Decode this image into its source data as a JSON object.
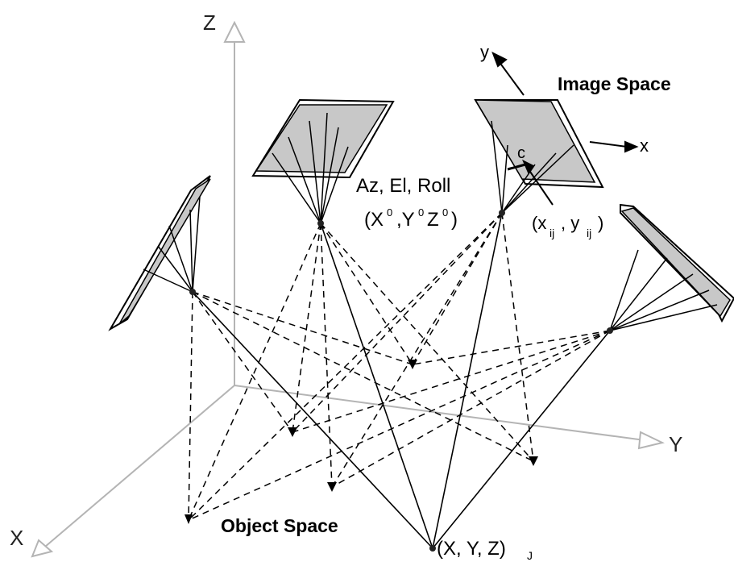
{
  "axes": {
    "z_label": "Z",
    "y_label": "Y",
    "x_label": "X"
  },
  "image_axes": {
    "y_label": "y",
    "x_label": "x"
  },
  "labels": {
    "image_space": "Image Space",
    "object_space": "Object Space",
    "orientation": "Az, El, Roll",
    "camera_position": "(X",
    "camera_position_y": ",Y",
    "camera_position_z": "Z",
    "camera_position_close": ")",
    "sub_0": "0",
    "principal_point": "c",
    "image_point": "(x",
    "image_point_mid": ", y",
    "image_point_close": ")",
    "sub_ij": "ij",
    "object_point": "(X, Y, Z)",
    "sub_j": "J"
  },
  "colors": {
    "plate_fill": "#c8c8c8",
    "axis_line": "#b4b4b4",
    "ray_line": "#000000"
  }
}
